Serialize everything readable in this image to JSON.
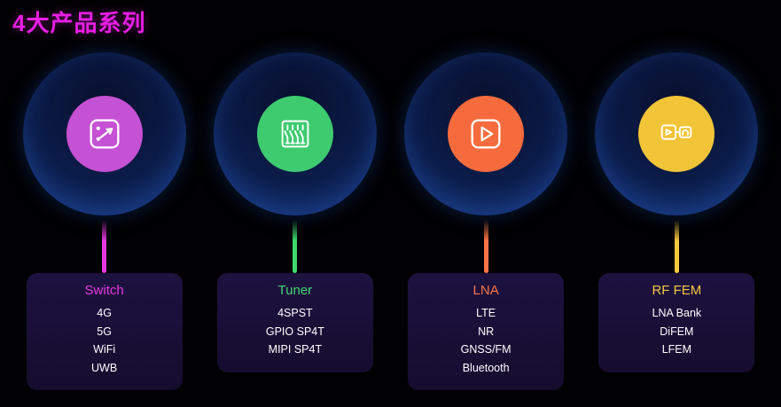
{
  "title": {
    "text": "4大产品系列",
    "color": "#e81ee4"
  },
  "products": [
    {
      "name": "Switch",
      "accent": "#e838e0",
      "circle_color": "#c551d4",
      "icon": "switch-icon",
      "items": [
        "4G",
        "5G",
        "WiFi",
        "UWB"
      ]
    },
    {
      "name": "Tuner",
      "accent": "#41d96e",
      "circle_color": "#3ecb70",
      "icon": "tuner-icon",
      "items": [
        "4SPST",
        "GPIO SP4T",
        "MIPI SP4T"
      ]
    },
    {
      "name": "LNA",
      "accent": "#fb7447",
      "circle_color": "#f56b3d",
      "icon": "lna-icon",
      "items": [
        "LTE",
        "NR",
        "GNSS/FM",
        "Bluetooth"
      ]
    },
    {
      "name": "RF FEM",
      "accent": "#f6c93f",
      "circle_color": "#f2c437",
      "icon": "rf-fem-icon",
      "items": [
        "LNA Bank",
        "DiFEM",
        "LFEM"
      ]
    }
  ]
}
